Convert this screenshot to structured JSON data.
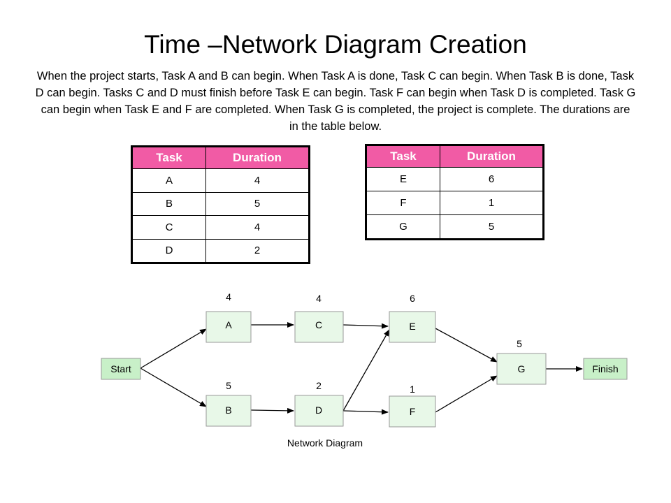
{
  "title": "Time –Network Diagram Creation",
  "intro": "When the project starts, Task A and B can begin. When Task A is done, Task C can begin. When Task B is done, Task D can begin. Tasks C and D must finish before Task E can begin. Task F can begin when Task D is completed. Task G can begin when Task E and F are completed. When Task G is completed, the project is complete. The durations are in the table below.",
  "tables": {
    "left": {
      "headers": [
        "Task",
        "Duration"
      ],
      "rows": [
        [
          "A",
          "4"
        ],
        [
          "B",
          "5"
        ],
        [
          "C",
          "4"
        ],
        [
          "D",
          "2"
        ]
      ]
    },
    "right": {
      "headers": [
        "Task",
        "Duration"
      ],
      "rows": [
        [
          "E",
          "6"
        ],
        [
          "F",
          "1"
        ],
        [
          "G",
          "5"
        ]
      ]
    }
  },
  "diagram": {
    "nodes": {
      "start": {
        "label": "Start"
      },
      "a": {
        "label": "A",
        "duration": "4"
      },
      "b": {
        "label": "B",
        "duration": "5"
      },
      "c": {
        "label": "C",
        "duration": "4"
      },
      "d": {
        "label": "D",
        "duration": "2"
      },
      "e": {
        "label": "E",
        "duration": "6"
      },
      "f": {
        "label": "F",
        "duration": "1"
      },
      "g": {
        "label": "G",
        "duration": "5"
      },
      "finish": {
        "label": "Finish"
      }
    },
    "caption": "Network Diagram"
  },
  "colors": {
    "header_fill": "#f15ba5",
    "node_fill": "#e8f8e8",
    "terminal_fill": "#c8f0c8"
  }
}
